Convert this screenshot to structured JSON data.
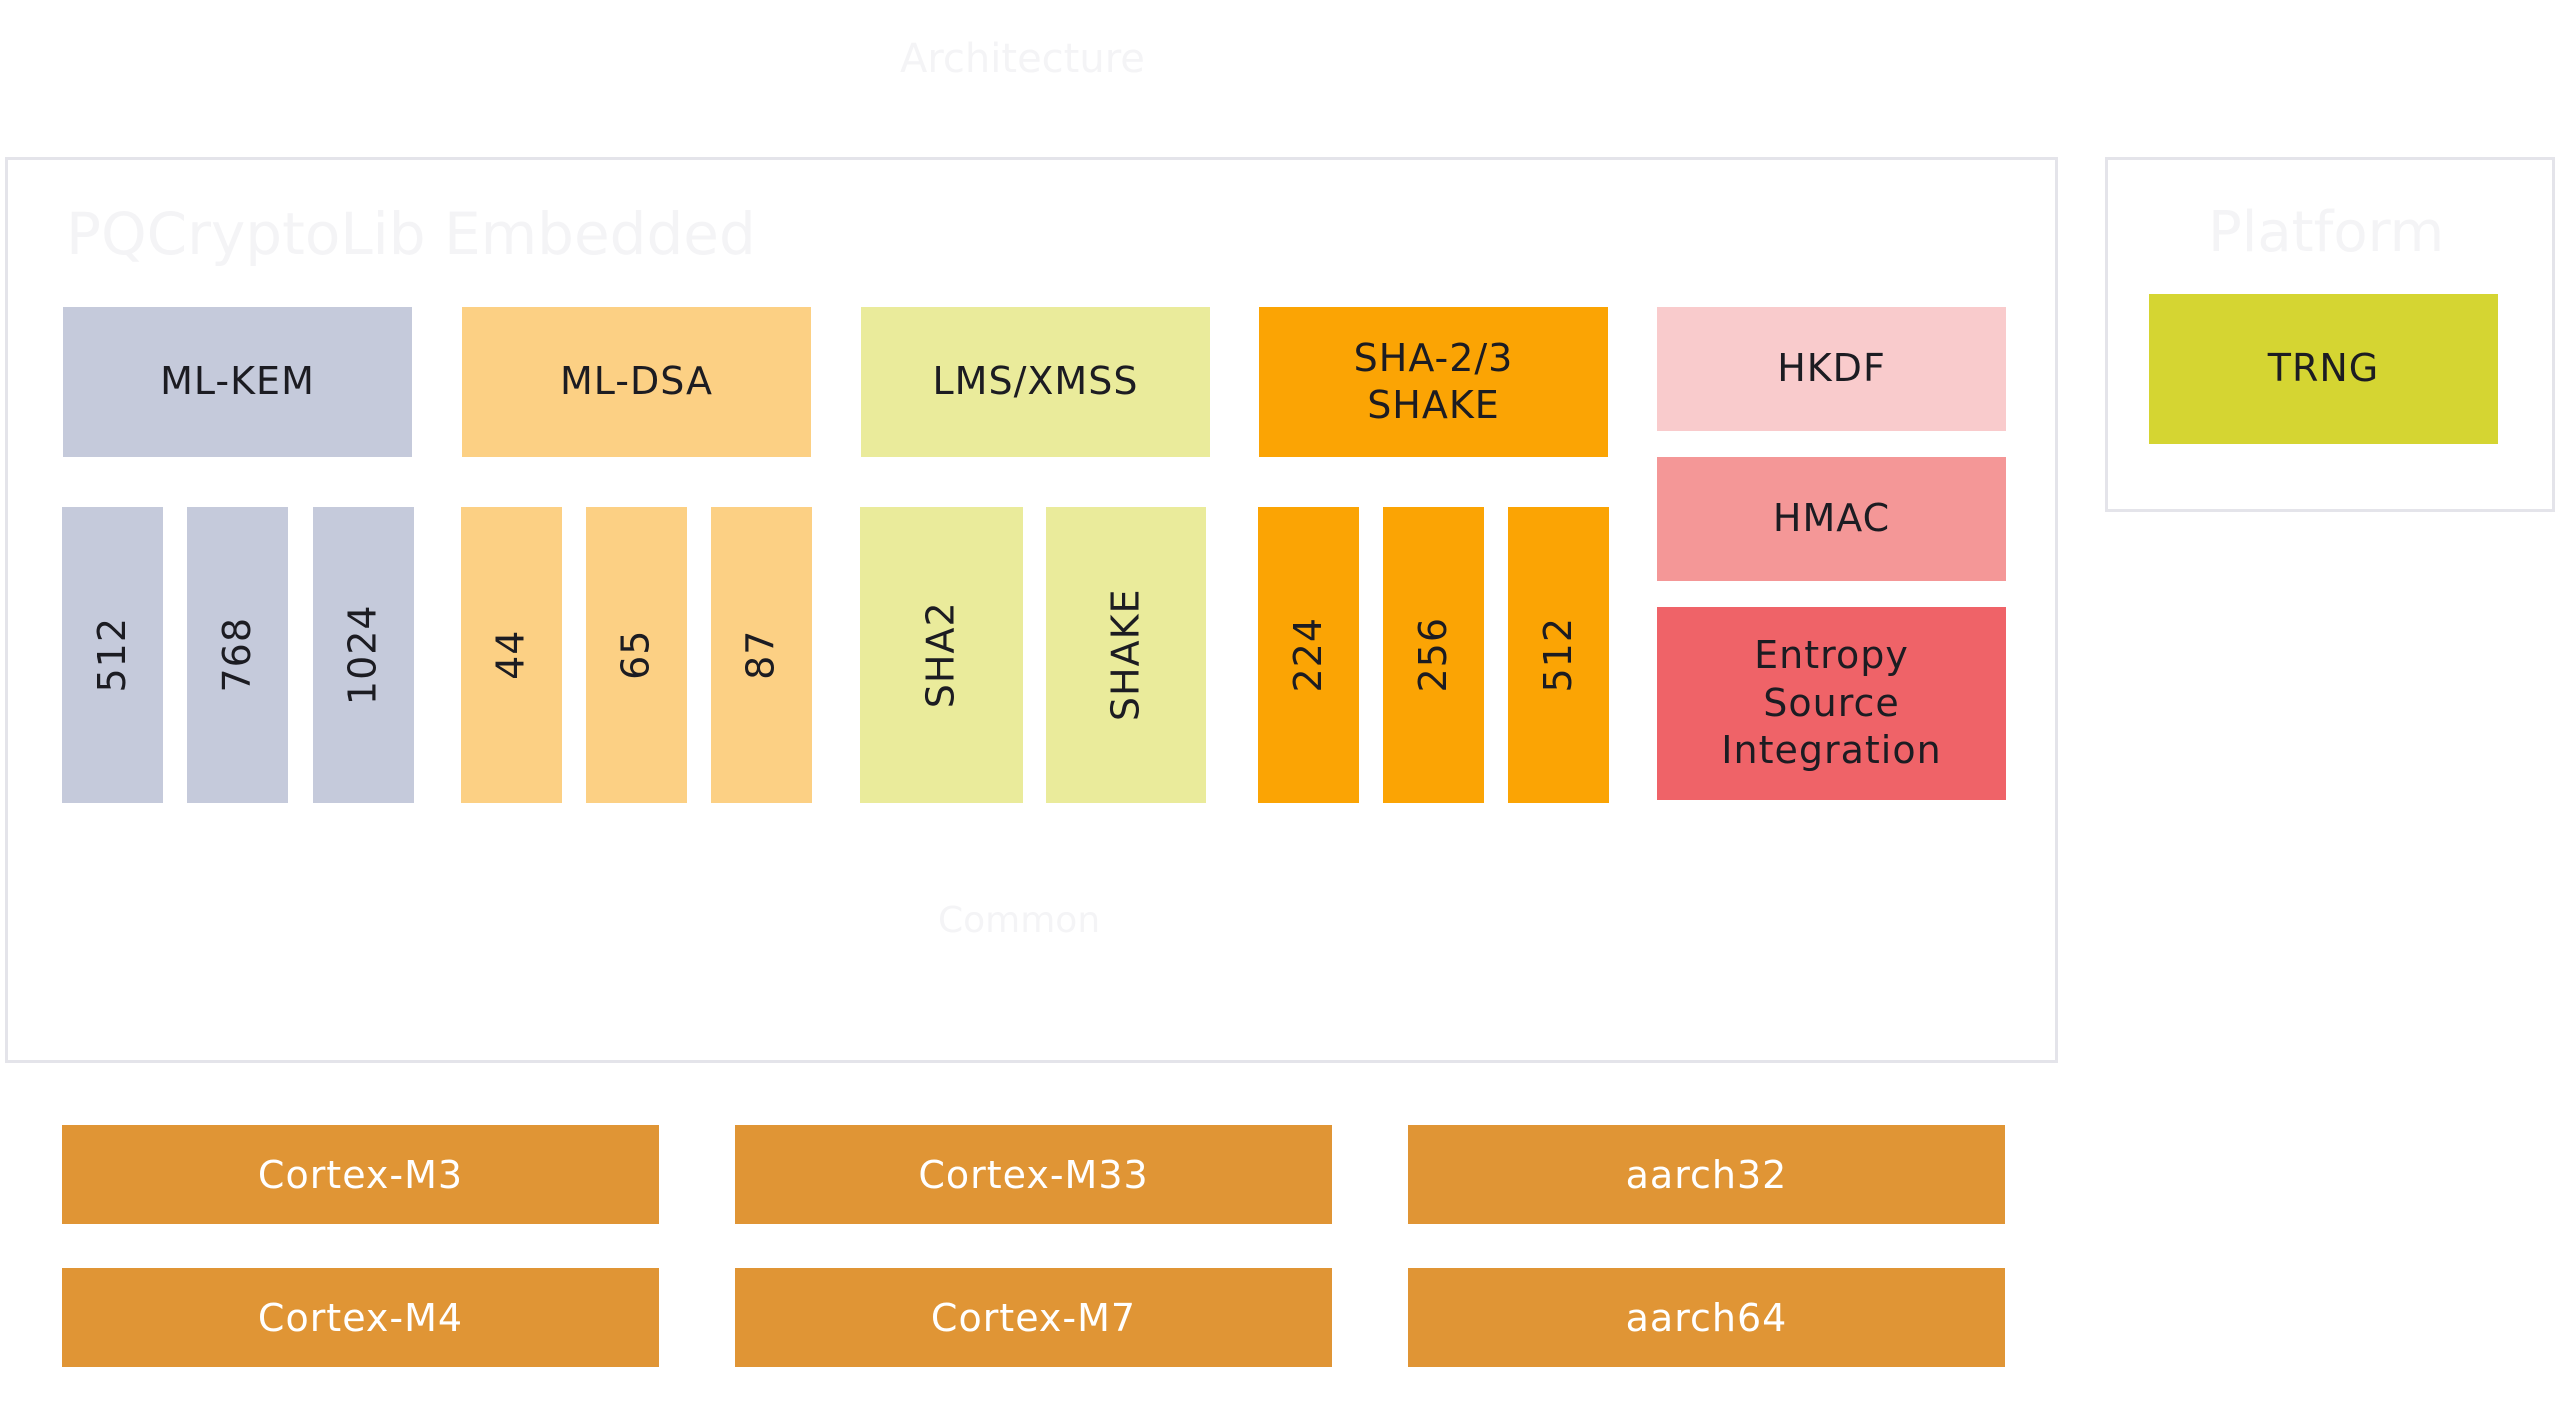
{
  "colors": {
    "frame_border": "#e4e4ea",
    "ml_kem": "#c5cadb",
    "ml_dsa": "#fcd084",
    "lms_xmss": "#eaeb9b",
    "sha": "#fba404",
    "hkdf": "#f9cbcc",
    "hmac": "#f49797",
    "entropy": "#ef6368",
    "trng": "#d5d532",
    "platform_target": "#e09535"
  },
  "ghost_text": {
    "top_heading": "Architecture",
    "library_title": "PQCryptoLib Embedded",
    "platform_title": "Platform",
    "library_footer": "Common"
  },
  "library": {
    "algorithms": [
      {
        "name": "ML-KEM",
        "variants": [
          "512",
          "768",
          "1024"
        ]
      },
      {
        "name": "ML-DSA",
        "variants": [
          "44",
          "65",
          "87"
        ]
      },
      {
        "name": "LMS/XMSS",
        "variants": [
          "SHA2",
          "SHAKE"
        ]
      },
      {
        "name_line1": "SHA-2/3",
        "name_line2": "SHAKE",
        "variants": [
          "224",
          "256",
          "512"
        ]
      }
    ],
    "kdf": {
      "hkdf": "HKDF",
      "hmac": "HMAC",
      "entropy_line1": "Entropy",
      "entropy_line2": "Source",
      "entropy_line3": "Integration"
    }
  },
  "platform": {
    "trng": "TRNG"
  },
  "targets": [
    "Cortex-M3",
    "Cortex-M33",
    "aarch32",
    "Cortex-M4",
    "Cortex-M7",
    "aarch64"
  ]
}
